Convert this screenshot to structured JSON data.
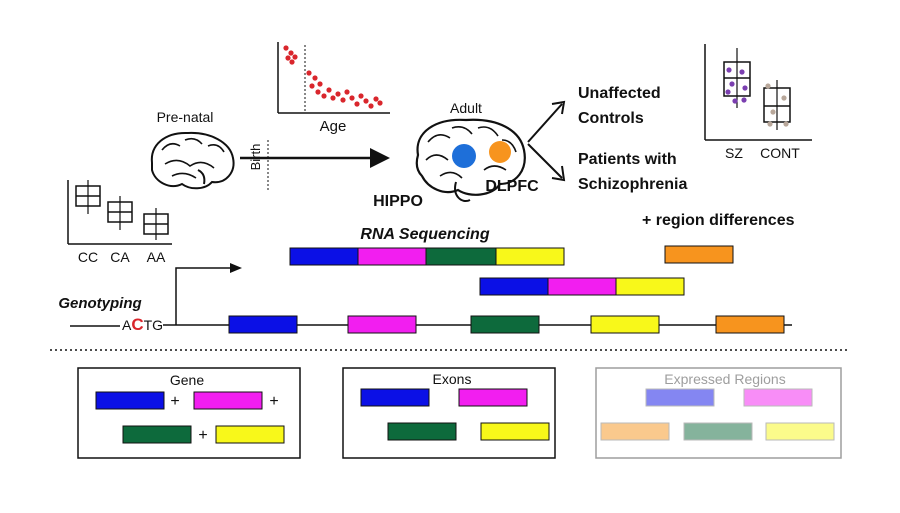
{
  "colors": {
    "blue": "#0b10e6",
    "magenta": "#f21ef0",
    "green": "#0d6a3c",
    "yellow": "#f8f81a",
    "orange": "#f7941e",
    "dot_red": "#d9262c",
    "hippo_blue": "#1e6fd9",
    "purple": "#7b3fb0",
    "faded_gray": "#9e9e9e"
  },
  "labels": {
    "prenatal": "Pre-natal",
    "adult": "Adult",
    "birth": "Birth",
    "age": "Age",
    "hippo": "HIPPO",
    "dlpfc": "DLPFC",
    "unaffected_1": "Unaffected",
    "unaffected_2": "Controls",
    "patients_1": "Patients with",
    "patients_2": "Schizophrenia",
    "sz": "SZ",
    "cont": "CONT",
    "cc": "CC",
    "ca": "CA",
    "aa": "AA",
    "region_diff": "+ region differences",
    "rna_seq": "RNA Sequencing",
    "genotyping": "Genotyping",
    "geno_a": "A",
    "geno_c": "C",
    "geno_tg": "TG"
  },
  "legend": {
    "gene": {
      "title": "Gene",
      "plus": "+"
    },
    "exons": {
      "title": "Exons"
    },
    "regions": {
      "title": "Expressed Regions"
    }
  }
}
